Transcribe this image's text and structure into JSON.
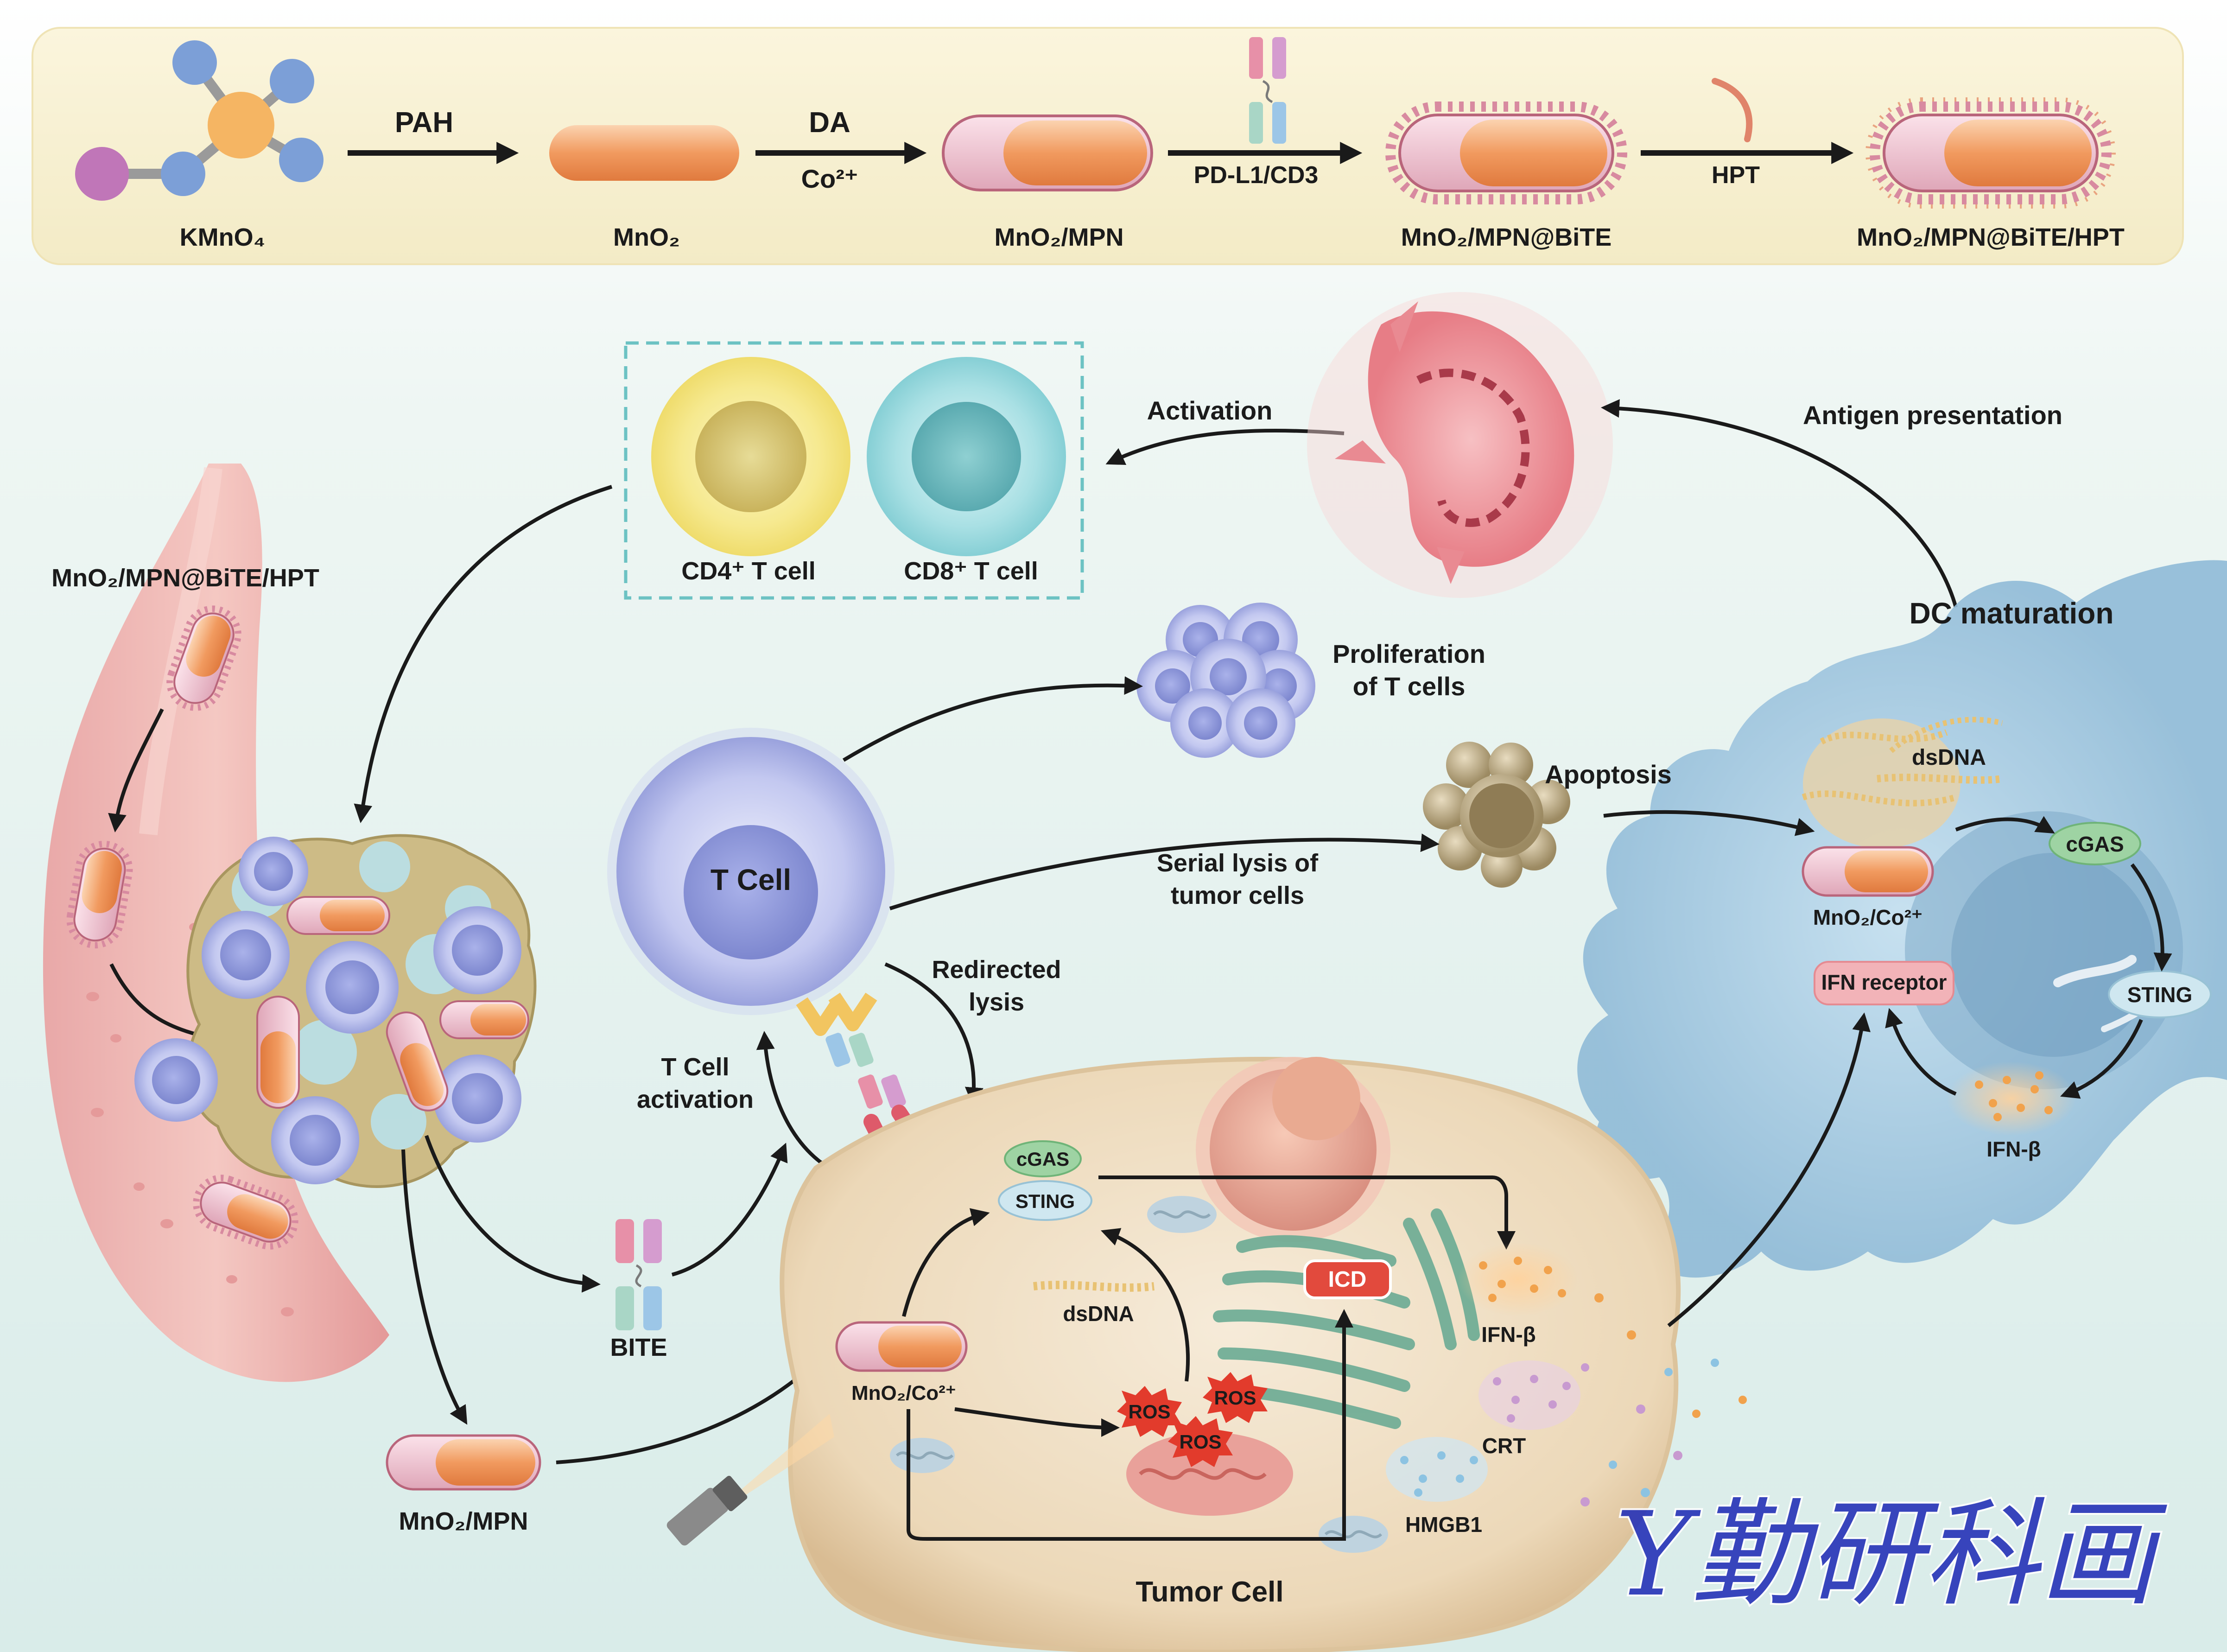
{
  "synthesis": {
    "kmno4": "KMnO₄",
    "mno2": "MnO₂",
    "mno2_mpn": "MnO₂/MPN",
    "mno2_mpn_bite": "MnO₂/MPN@BiTE",
    "mno2_mpn_bite_hpt": "MnO₂/MPN@BiTE/HPT",
    "pah": "PAH",
    "da": "DA",
    "co": "Co²⁺",
    "pdl1_cd3": "PD-L1/CD3",
    "hpt": "HPT"
  },
  "immune": {
    "cd4": "CD4⁺ T cell",
    "cd8": "CD8⁺ T cell",
    "activation": "Activation",
    "antigen_presentation": "Antigen presentation",
    "dc_maturation": "DC maturation",
    "proliferation_1": "Proliferation",
    "proliferation_2": "of T cells",
    "apoptosis": "Apoptosis",
    "serial_lysis_1": "Serial lysis of",
    "serial_lysis_2": "tumor cells",
    "t_cell": "T Cell",
    "redirected_1": "Redirected",
    "redirected_2": "lysis",
    "t_activation_1": "T Cell",
    "t_activation_2": "activation"
  },
  "vessel": {
    "label": "MnO₂/MPN@BiTE/HPT",
    "bite": "BITE",
    "mpn": "MnO₂/MPN"
  },
  "tumor": {
    "cgas": "cGAS",
    "sting": "STING",
    "dsdna": "dsDNA",
    "mno2_co": "MnO₂/Co²⁺",
    "ros": "ROS",
    "icd": "ICD",
    "ifnb": "IFN-β",
    "crt": "CRT",
    "hmgb1": "HMGB1",
    "tumor_cell": "Tumor Cell"
  },
  "dc": {
    "dsdna": "dsDNA",
    "cgas": "cGAS",
    "sting": "STING",
    "mno2_co": "MnO₂/Co²⁺",
    "ifn_receptor": "IFN receptor",
    "ifnb": "IFN-β"
  },
  "watermark": "Y勤研科画",
  "colors": {
    "banner": "#f7f0d2",
    "rod_orange": "#f0a069",
    "rod_pink": "#e8b7c5",
    "vessel": "#e58d8d",
    "tcell": "#a9b0e3",
    "tumor": "#f1e1c8",
    "dc": "#9ec4dc",
    "ros": "#e23b2c",
    "watermark": "#2632b8"
  }
}
